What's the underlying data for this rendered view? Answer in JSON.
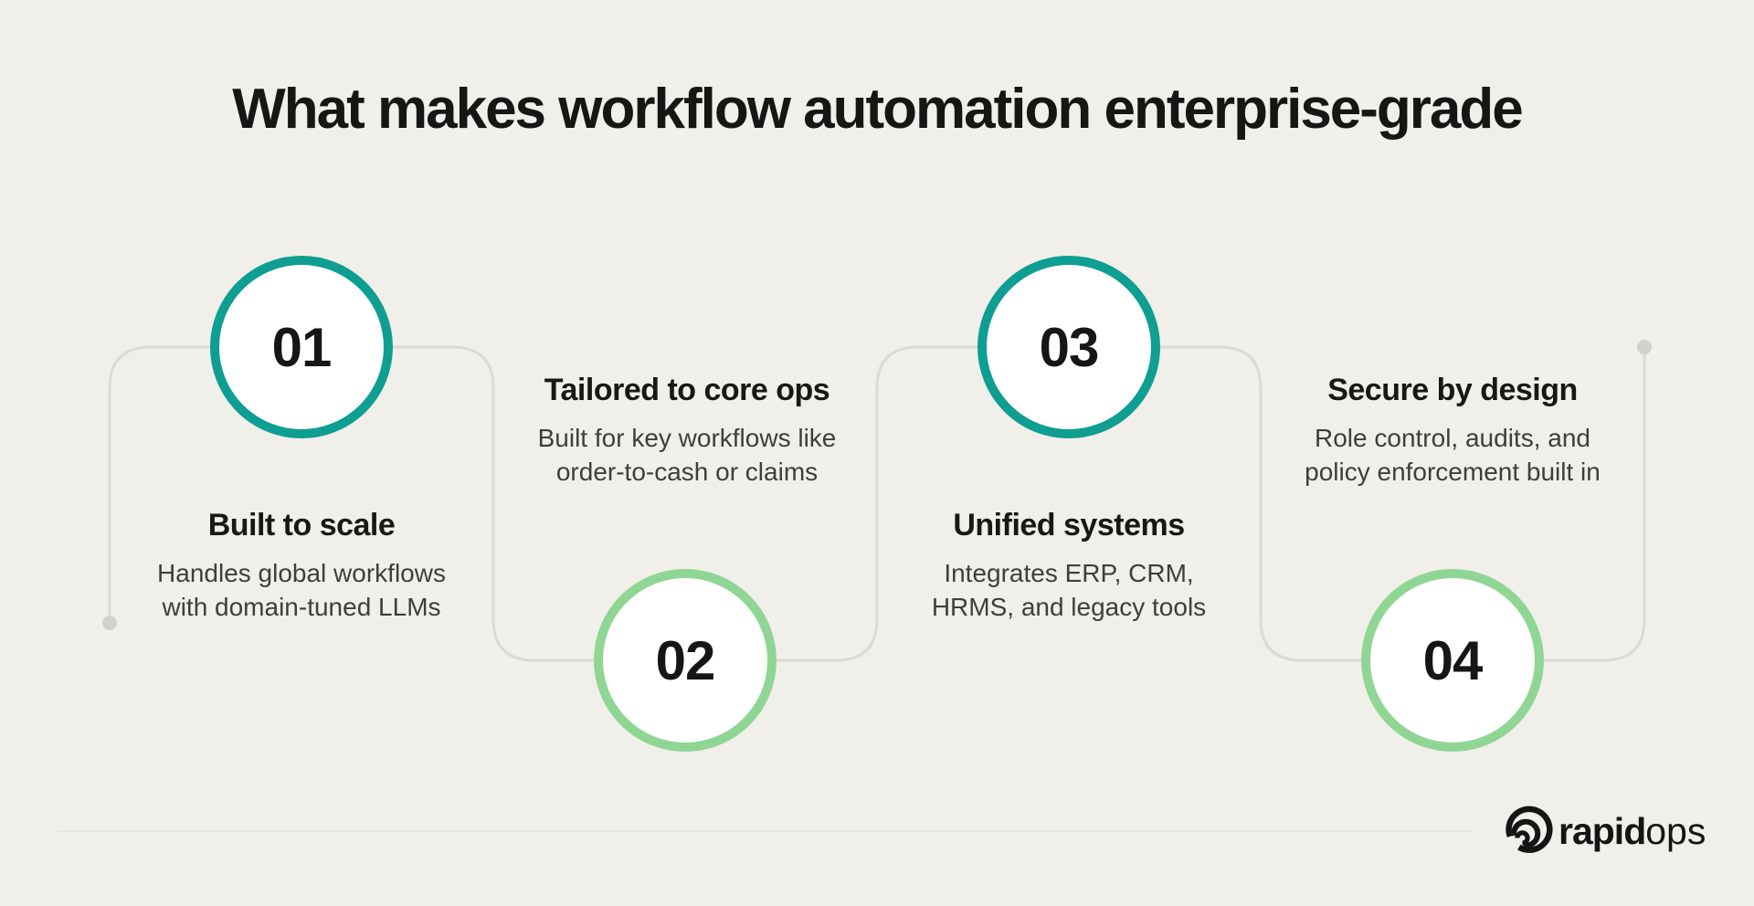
{
  "page": {
    "title": "What makes workflow automation enterprise-grade"
  },
  "steps": [
    {
      "number": "01",
      "title": "Built to scale",
      "description": "Handles global workflows with domain-tuned LLMs",
      "desc_line1": "Handles global workflows",
      "desc_line2": "with domain-tuned LLMs",
      "accent_color": "#0E9E92"
    },
    {
      "number": "02",
      "title": "Tailored to core ops",
      "description": "Built for key workflows like order-to-cash or claims",
      "desc_line1": "Built for key workflows like",
      "desc_line2": "order-to-cash or claims",
      "accent_color": "#8FD694"
    },
    {
      "number": "03",
      "title": "Unified systems",
      "description": "Integrates ERP, CRM, HRMS, and legacy tools",
      "desc_line1": "Integrates ERP, CRM,",
      "desc_line2": "HRMS, and legacy tools",
      "accent_color": "#0E9E92"
    },
    {
      "number": "04",
      "title": "Secure by design",
      "description": "Role control, audits, and policy enforcement built in",
      "desc_line1": "Role control, audits, and",
      "desc_line2": "policy enforcement built in",
      "accent_color": "#8FD694"
    }
  ],
  "footer": {
    "brand_bold": "rapid",
    "brand_light": "ops"
  },
  "colors": {
    "background": "#F1EFE9",
    "teal_accent": "#0E9E92",
    "green_accent": "#8FD694",
    "connector_line": "#DCDAD4",
    "endpoint_dot": "#D3D1CC",
    "heading_text": "#181816",
    "body_text": "#3E3E3C",
    "divider": "#E5E3DD"
  }
}
